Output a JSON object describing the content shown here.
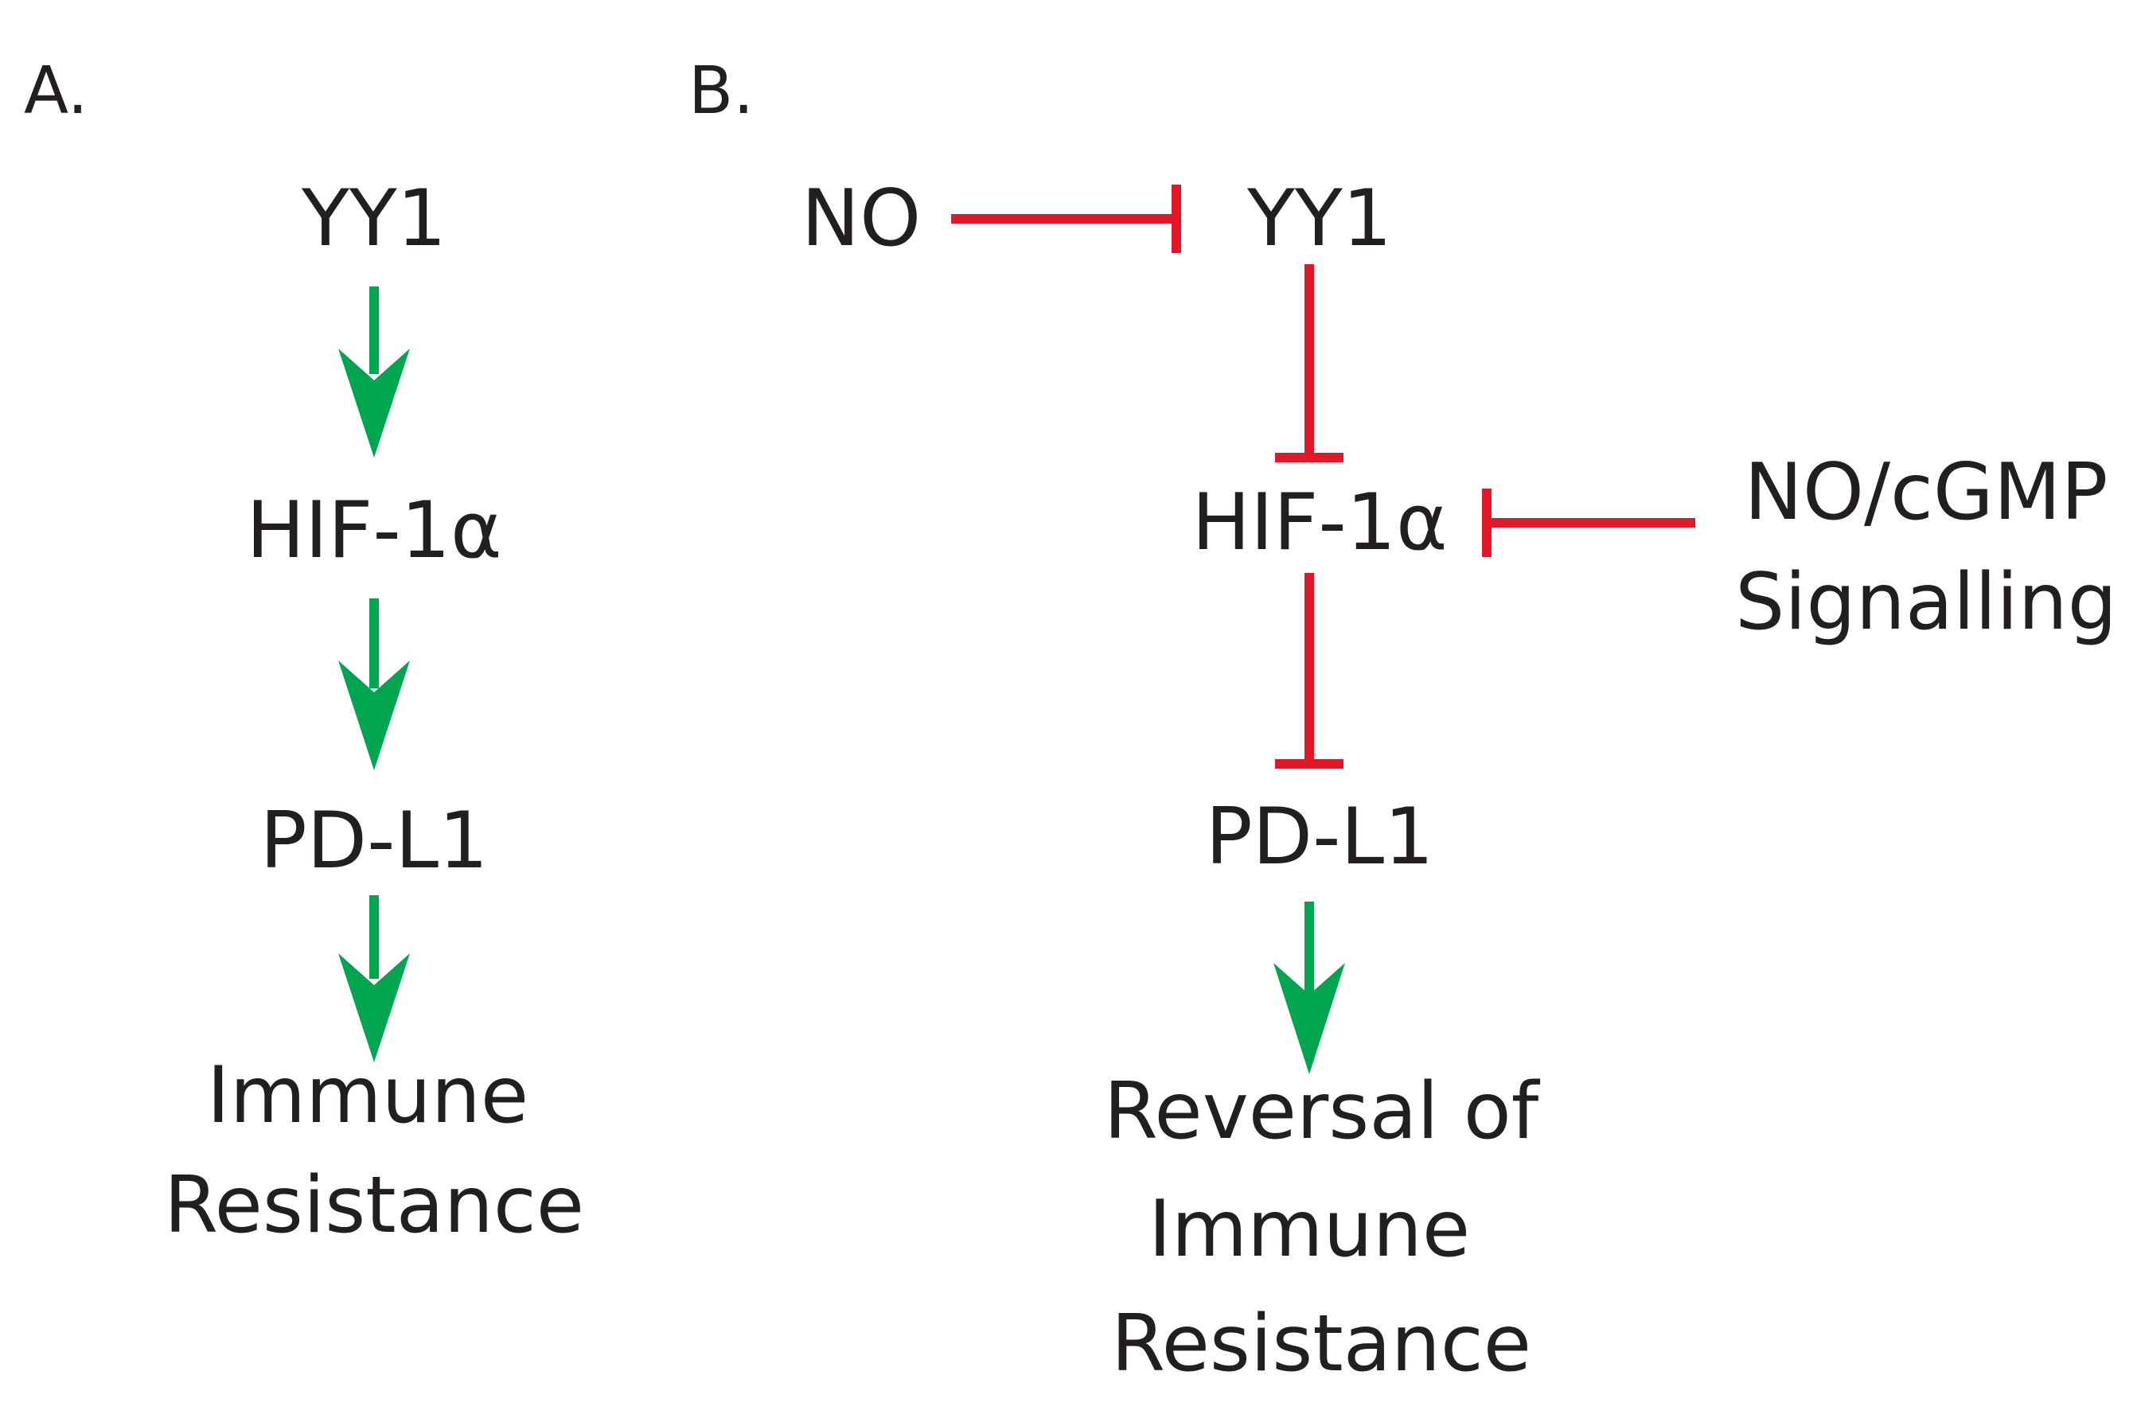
{
  "panels": {
    "a": {
      "label": "A.",
      "nodes": {
        "yy1": "YY1",
        "hif": "HIF-1α",
        "pdl1": "PD-L1",
        "outcome_line1": "Immune",
        "outcome_line2": "Resistance"
      }
    },
    "b": {
      "label": "B.",
      "nodes": {
        "no": "NO",
        "yy1": "YY1",
        "hif": "HIF-1α",
        "signalling_line1": "NO/cGMP",
        "signalling_line2": "Signalling",
        "pdl1": "PD-L1",
        "outcome_line1": "Reversal of",
        "outcome_line2": "Immune",
        "outcome_line3": "Resistance"
      }
    }
  },
  "edges": [
    {
      "from": "A.YY1",
      "to": "A.HIF-1α",
      "type": "activation"
    },
    {
      "from": "A.HIF-1α",
      "to": "A.PD-L1",
      "type": "activation"
    },
    {
      "from": "A.PD-L1",
      "to": "A.Immune Resistance",
      "type": "activation"
    },
    {
      "from": "B.NO",
      "to": "B.YY1",
      "type": "inhibition"
    },
    {
      "from": "B.YY1",
      "to": "B.HIF-1α",
      "type": "inhibition"
    },
    {
      "from": "B.NO/cGMP Signalling",
      "to": "B.HIF-1α",
      "type": "inhibition"
    },
    {
      "from": "B.HIF-1α",
      "to": "B.PD-L1",
      "type": "inhibition"
    },
    {
      "from": "B.PD-L1",
      "to": "B.Reversal of Immune Resistance",
      "type": "activation"
    }
  ],
  "colors": {
    "activation": "#00a54f",
    "inhibition": "#e2172a",
    "text": "#231f20"
  }
}
